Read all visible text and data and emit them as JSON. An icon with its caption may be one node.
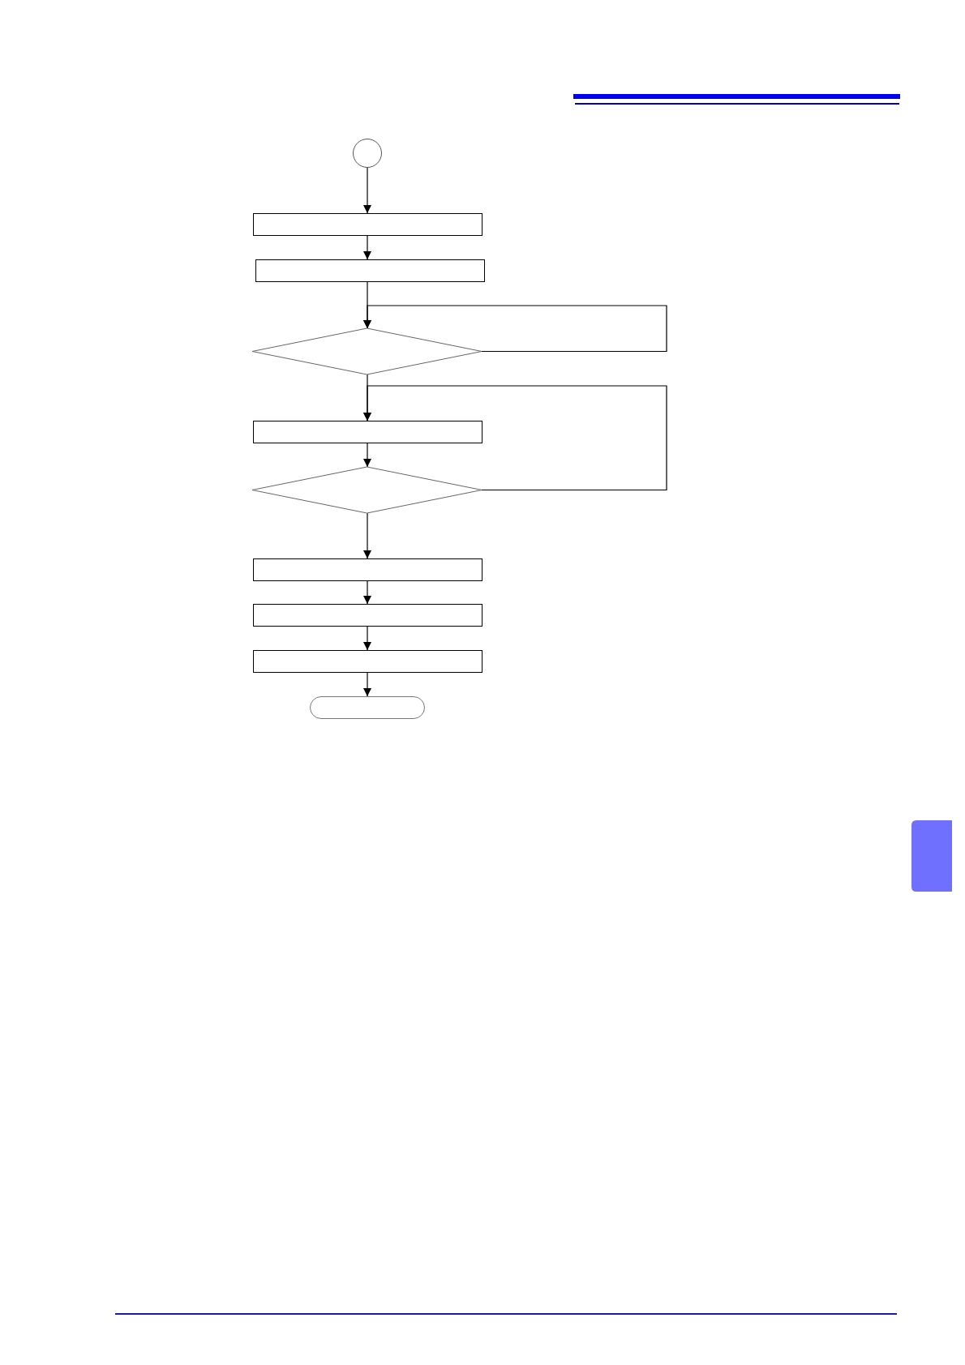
{
  "diagram": {
    "nodes": [
      {
        "text": [],
        "shape": "circle"
      },
      {
        "text": [],
        "shape": "box"
      },
      {
        "text": [],
        "shape": "box"
      },
      {
        "text": [],
        "shape": "diamond"
      },
      {
        "text": [],
        "shape": "box"
      },
      {
        "text": [],
        "shape": "diamond"
      },
      {
        "text": [],
        "shape": "box"
      },
      {
        "text": [],
        "shape": "box"
      },
      {
        "text": [],
        "shape": "box"
      },
      {
        "text": [],
        "shape": "pill"
      }
    ],
    "edges": [
      {
        "from": 0,
        "to": 1,
        "arrow": "to"
      },
      {
        "from": 1,
        "to": 2,
        "arrow": "to"
      },
      {
        "from": 2,
        "to": 3,
        "arrow": "to"
      },
      {
        "from": 3,
        "to": 3,
        "arrow": "to"
      },
      {
        "from": 3,
        "to": 4,
        "arrow": "to"
      },
      {
        "from": 4,
        "to": 5,
        "arrow": "to"
      },
      {
        "from": 5,
        "to": 4,
        "arrow": "to"
      },
      {
        "from": 5,
        "to": 6,
        "arrow": "to"
      },
      {
        "from": 6,
        "to": 7,
        "arrow": "to"
      },
      {
        "from": 7,
        "to": 8,
        "arrow": "to"
      },
      {
        "from": 8,
        "to": 9,
        "arrow": "to"
      }
    ]
  }
}
